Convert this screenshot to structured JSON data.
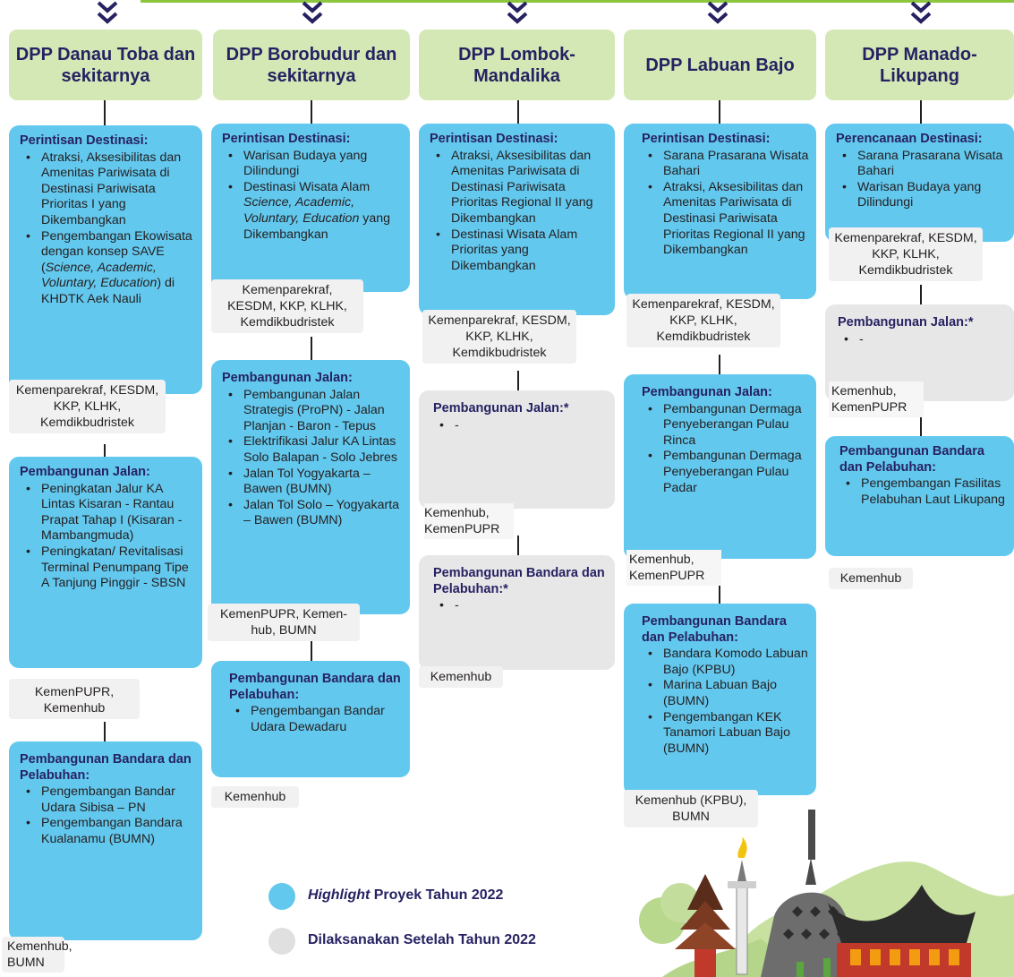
{
  "colors": {
    "header_bg": "#d4e8b5",
    "highlight": "#63c8ee",
    "later": "#e7e7e8",
    "title": "#262262",
    "accent_line": "#8cc63f"
  },
  "columns": [
    {
      "header": "DPP Danau Toba dan sekitarnya",
      "blocks": [
        {
          "type": "highlight",
          "title": "Perintisan Destinasi:",
          "items": [
            "Atraksi, Aksesibilitas dan Amenitas Pariwisata di Destinasi Pariwisata Prioritas I yang Dikembangkan",
            "Pengembangan Ekowisata dengan konsep SAVE (Science, Academic, Voluntary, Education) di KHDTK Aek Nauli"
          ],
          "agency": "Kemenparekraf, KESDM, KKP, KLHK, Kemdikbudristek"
        },
        {
          "type": "highlight",
          "title": "Pembangunan Jalan:",
          "items": [
            "Peningkatan Jalur KA Lintas Kisaran - Rantau Prapat Tahap I (Kisaran - Mambangmuda)",
            "Peningkatan/ Revitalisasi Terminal Penumpang Tipe A Tanjung Pinggir - SBSN"
          ],
          "agency": "KemenPUPR, Kemenhub"
        },
        {
          "type": "highlight",
          "title": "Pembangunan Bandara dan Pelabuhan:",
          "items": [
            "Pengembangan Bandar Udara Sibisa – PN",
            "Pengembangan Bandara Kualanamu (BUMN)"
          ],
          "agency": "Kemenhub, BUMN"
        }
      ]
    },
    {
      "header": "DPP Borobudur dan sekitarnya",
      "blocks": [
        {
          "type": "highlight",
          "title": "Perintisan Destinasi:",
          "items": [
            "Warisan Budaya yang Dilindungi",
            "Destinasi Wisata Alam Science, Academic, Voluntary, Education yang Dikembangkan"
          ],
          "agency": "Kemenparekraf, KESDM, KKP, KLHK, Kemdikbudristek"
        },
        {
          "type": "highlight",
          "title": "Pembangunan Jalan:",
          "items": [
            "Pembangunan Jalan Strategis (ProPN) - Jalan Planjan - Baron - Tepus",
            "Elektrifikasi Jalur KA Lintas Solo Balapan - Solo Jebres",
            "Jalan Tol Yogyakarta – Bawen (BUMN)",
            "Jalan Tol Solo – Yogyakarta – Bawen (BUMN)"
          ],
          "agency": "KemenPUPR, Kemen-hub, BUMN"
        },
        {
          "type": "highlight",
          "title": "Pembangunan Bandara dan Pelabuhan:",
          "items": [
            "Pengembangan Bandar Udara Dewadaru"
          ],
          "agency": "Kemenhub"
        }
      ]
    },
    {
      "header": "DPP Lombok-Mandalika",
      "blocks": [
        {
          "type": "highlight",
          "title": "Perintisan Destinasi:",
          "items": [
            "Atraksi, Aksesibilitas dan Amenitas Pariwisata di Destinasi Pariwisata Prioritas Regional II yang Dikembangkan",
            "Destinasi Wisata Alam Prioritas yang Dikembangkan"
          ],
          "agency": "Kemenparekraf, KESDM, KKP, KLHK, Kemdikbudristek"
        },
        {
          "type": "later",
          "title": "Pembangunan Jalan:*",
          "items": [
            "-"
          ],
          "agency": "Kemenhub, KemenPUPR"
        },
        {
          "type": "later",
          "title": "Pembangunan Bandara dan Pelabuhan:*",
          "items": [
            "-"
          ],
          "agency": "Kemenhub"
        }
      ]
    },
    {
      "header": "DPP Labuan Bajo",
      "blocks": [
        {
          "type": "highlight",
          "title": "Perintisan Destinasi:",
          "items": [
            "Sarana Prasarana Wisata Bahari",
            "Atraksi, Aksesibilitas dan Amenitas Pariwisata di Destinasi Pariwisata Prioritas Regional II yang Dikembangkan"
          ],
          "agency": "Kemenparekraf, KESDM, KKP, KLHK, Kemdikbudristek"
        },
        {
          "type": "highlight",
          "title": "Pembangunan Jalan:",
          "items": [
            "Pembangunan Dermaga Penyeberangan Pulau Rinca",
            "Pembangunan Dermaga Penyeberangan Pulau Padar"
          ],
          "agency": "Kemenhub, KemenPUPR"
        },
        {
          "type": "highlight",
          "title": "Pembangunan Bandara dan Pelabuhan:",
          "items": [
            "Bandara Komodo Labuan Bajo (KPBU)",
            "Marina Labuan Bajo (BUMN)",
            "Pengembangan KEK Tanamori Labuan Bajo (BUMN)"
          ],
          "agency": "Kemenhub (KPBU), BUMN"
        }
      ]
    },
    {
      "header": "DPP Manado-Likupang",
      "blocks": [
        {
          "type": "highlight",
          "title": "Perencanaan Destinasi:",
          "items": [
            "Sarana Prasarana Wisata Bahari",
            "Warisan Budaya yang Dilindungi"
          ],
          "agency": "Kemenparekraf, KESDM, KKP, KLHK, Kemdikbudristek"
        },
        {
          "type": "later",
          "title": "Pembangunan Jalan:*",
          "items": [
            "-"
          ],
          "agency": "Kemenhub, KemenPUPR"
        },
        {
          "type": "highlight",
          "title": "Pembangunan Bandara dan Pelabuhan:",
          "items": [
            "Pengembangan Fasilitas Pelabuhan Laut Likupang"
          ],
          "agency": "Kemenhub"
        }
      ]
    }
  ],
  "legend": {
    "highlight_label_italic": "Highlight",
    "highlight_label_rest": " Proyek Tahun 2022",
    "later_label": "Dilaksanakan Setelah Tahun 2022"
  },
  "illustration": "landmarks-illustration"
}
